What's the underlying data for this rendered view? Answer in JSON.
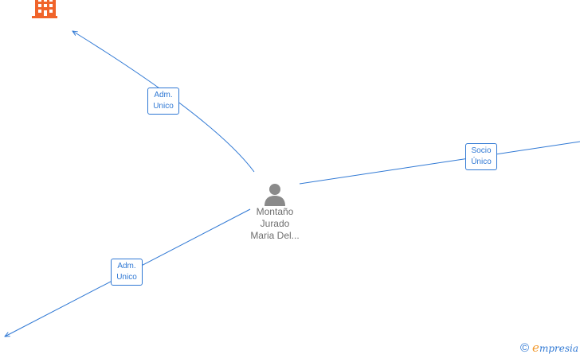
{
  "graph": {
    "center_node": {
      "type": "person",
      "icon": "person-icon",
      "name_lines": [
        "Montaño",
        "Jurado",
        "Maria Del..."
      ]
    },
    "company_node": {
      "icon": "building-icon",
      "color": "#f0642b"
    },
    "edges": [
      {
        "relation_lines": [
          "Adm.",
          "Unico"
        ],
        "direction": "to-top-left"
      },
      {
        "relation_lines": [
          "Socio",
          "Único"
        ],
        "direction": "to-right"
      },
      {
        "relation_lines": [
          "Adm.",
          "Unico"
        ],
        "direction": "to-bottom-left"
      }
    ]
  },
  "colors": {
    "edge": "#2f78d4",
    "node_text": "#6e6e6e",
    "person_icon": "#8a8a8a"
  },
  "footer": {
    "copyright_symbol": "©",
    "brand_initial": "e",
    "brand_rest": "mpresia"
  }
}
